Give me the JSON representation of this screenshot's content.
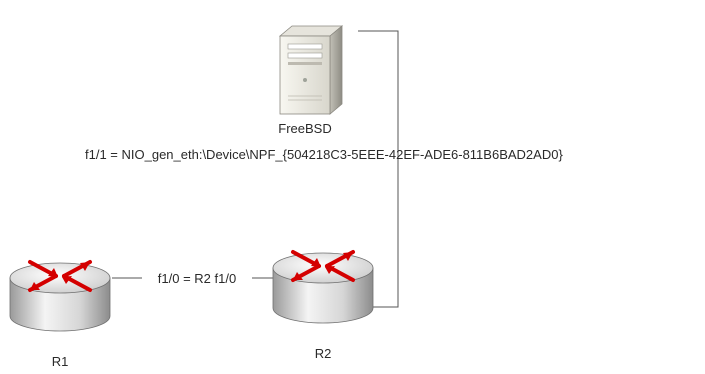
{
  "diagram": {
    "nodes": {
      "freebsd": {
        "label": "FreeBSD",
        "icon": "server-tower-icon"
      },
      "r1": {
        "label": "R1",
        "icon": "router-icon"
      },
      "r2": {
        "label": "R2",
        "icon": "router-icon"
      }
    },
    "links": {
      "r1_r2": {
        "label": "f1/0 = R2 f1/0"
      },
      "freebsd_r2": {
        "label": "f1/1 = NIO_gen_eth:\\Device\\NPF_{504218C3-5EEE-42EF-ADE6-811B6BAD2AD0}"
      }
    },
    "colors": {
      "router_arrows": "#d40000",
      "router_body": "#e8e8e8",
      "line": "#555555"
    }
  }
}
